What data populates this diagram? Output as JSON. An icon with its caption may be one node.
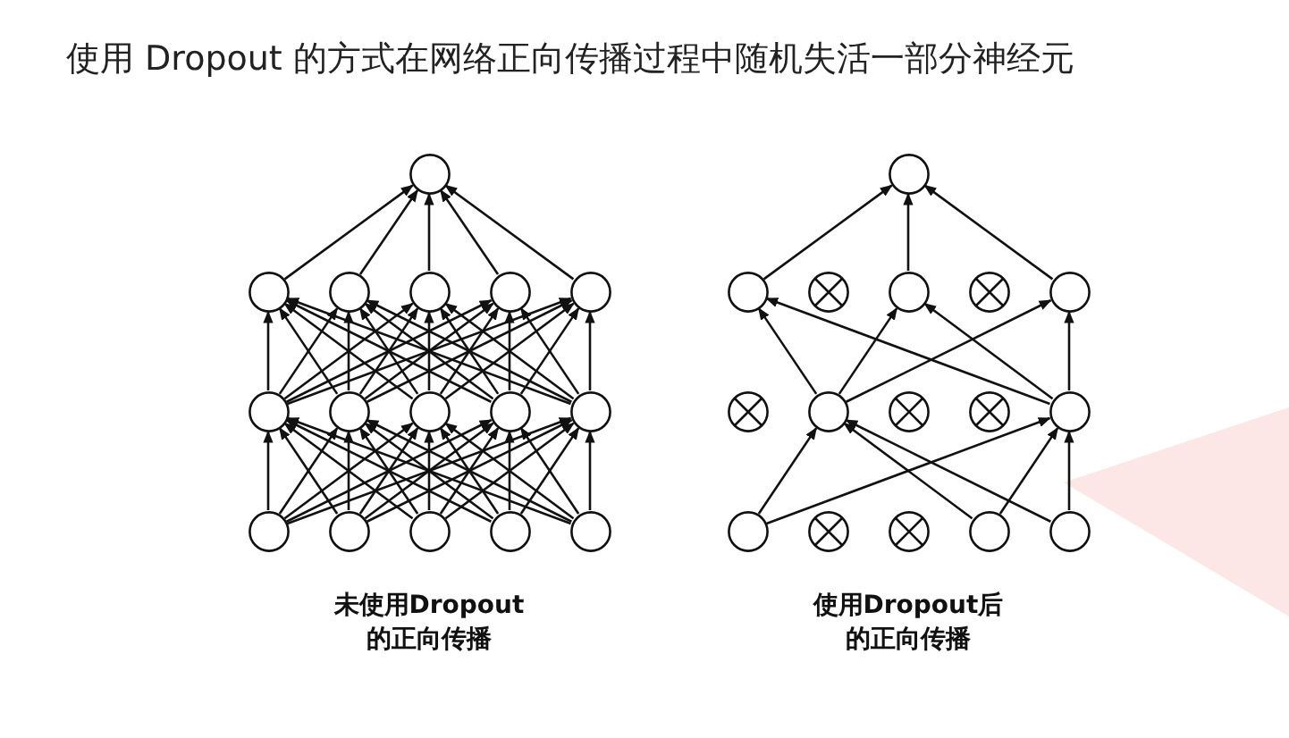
{
  "diagram": {
    "title": "使用 Dropout 的方式在网络正向传播过程中随机失活一部分神经元",
    "nodes": [
      {
        "text": [],
        "shape": "circle"
      },
      {
        "text": [],
        "shape": "circle"
      },
      {
        "text": [],
        "shape": "circle"
      },
      {
        "text": [],
        "shape": "circle"
      },
      {
        "text": [],
        "shape": "circle"
      },
      {
        "text": [],
        "shape": "circle"
      },
      {
        "text": [],
        "shape": "circle"
      },
      {
        "text": [],
        "shape": "circle"
      },
      {
        "text": [],
        "shape": "circle"
      },
      {
        "text": [],
        "shape": "circle"
      },
      {
        "text": [],
        "shape": "circle"
      },
      {
        "text": [],
        "shape": "circle"
      },
      {
        "text": [],
        "shape": "circle"
      },
      {
        "text": [],
        "shape": "circle"
      },
      {
        "text": [],
        "shape": "circle"
      },
      {
        "text": [],
        "shape": "circle"
      },
      {
        "text": [],
        "shape": "circle"
      },
      {
        "text": [],
        "shape": "crossed-circle"
      },
      {
        "text": [],
        "shape": "crossed-circle"
      },
      {
        "text": [],
        "shape": "circle"
      },
      {
        "text": [],
        "shape": "circle"
      },
      {
        "text": [],
        "shape": "crossed-circle"
      },
      {
        "text": [],
        "shape": "circle"
      },
      {
        "text": [],
        "shape": "crossed-circle"
      },
      {
        "text": [],
        "shape": "crossed-circle"
      },
      {
        "text": [],
        "shape": "circle"
      },
      {
        "text": [],
        "shape": "circle"
      },
      {
        "text": [],
        "shape": "crossed-circle"
      },
      {
        "text": [],
        "shape": "circle"
      },
      {
        "text": [],
        "shape": "crossed-circle"
      },
      {
        "text": [],
        "shape": "circle"
      },
      {
        "text": [],
        "shape": "circle"
      }
    ],
    "edges": [
      {
        "from": 0,
        "to": 5,
        "arrow": "to"
      },
      {
        "from": 0,
        "to": 6,
        "arrow": "to"
      },
      {
        "from": 0,
        "to": 7,
        "arrow": "to"
      },
      {
        "from": 0,
        "to": 8,
        "arrow": "to"
      },
      {
        "from": 0,
        "to": 9,
        "arrow": "to"
      },
      {
        "from": 1,
        "to": 5,
        "arrow": "to"
      },
      {
        "from": 1,
        "to": 6,
        "arrow": "to"
      },
      {
        "from": 1,
        "to": 7,
        "arrow": "to"
      },
      {
        "from": 1,
        "to": 8,
        "arrow": "to"
      },
      {
        "from": 1,
        "to": 9,
        "arrow": "to"
      },
      {
        "from": 2,
        "to": 5,
        "arrow": "to"
      },
      {
        "from": 2,
        "to": 6,
        "arrow": "to"
      },
      {
        "from": 2,
        "to": 7,
        "arrow": "to"
      },
      {
        "from": 2,
        "to": 8,
        "arrow": "to"
      },
      {
        "from": 2,
        "to": 9,
        "arrow": "to"
      },
      {
        "from": 3,
        "to": 5,
        "arrow": "to"
      },
      {
        "from": 3,
        "to": 6,
        "arrow": "to"
      },
      {
        "from": 3,
        "to": 7,
        "arrow": "to"
      },
      {
        "from": 3,
        "to": 8,
        "arrow": "to"
      },
      {
        "from": 3,
        "to": 9,
        "arrow": "to"
      },
      {
        "from": 4,
        "to": 5,
        "arrow": "to"
      },
      {
        "from": 4,
        "to": 6,
        "arrow": "to"
      },
      {
        "from": 4,
        "to": 7,
        "arrow": "to"
      },
      {
        "from": 4,
        "to": 8,
        "arrow": "to"
      },
      {
        "from": 4,
        "to": 9,
        "arrow": "to"
      },
      {
        "from": 5,
        "to": 10,
        "arrow": "to"
      },
      {
        "from": 5,
        "to": 11,
        "arrow": "to"
      },
      {
        "from": 5,
        "to": 12,
        "arrow": "to"
      },
      {
        "from": 5,
        "to": 13,
        "arrow": "to"
      },
      {
        "from": 5,
        "to": 14,
        "arrow": "to"
      },
      {
        "from": 6,
        "to": 10,
        "arrow": "to"
      },
      {
        "from": 6,
        "to": 11,
        "arrow": "to"
      },
      {
        "from": 6,
        "to": 12,
        "arrow": "to"
      },
      {
        "from": 6,
        "to": 13,
        "arrow": "to"
      },
      {
        "from": 6,
        "to": 14,
        "arrow": "to"
      },
      {
        "from": 7,
        "to": 10,
        "arrow": "to"
      },
      {
        "from": 7,
        "to": 11,
        "arrow": "to"
      },
      {
        "from": 7,
        "to": 12,
        "arrow": "to"
      },
      {
        "from": 7,
        "to": 13,
        "arrow": "to"
      },
      {
        "from": 7,
        "to": 14,
        "arrow": "to"
      },
      {
        "from": 8,
        "to": 10,
        "arrow": "to"
      },
      {
        "from": 8,
        "to": 11,
        "arrow": "to"
      },
      {
        "from": 8,
        "to": 12,
        "arrow": "to"
      },
      {
        "from": 8,
        "to": 13,
        "arrow": "to"
      },
      {
        "from": 8,
        "to": 14,
        "arrow": "to"
      },
      {
        "from": 9,
        "to": 10,
        "arrow": "to"
      },
      {
        "from": 9,
        "to": 11,
        "arrow": "to"
      },
      {
        "from": 9,
        "to": 12,
        "arrow": "to"
      },
      {
        "from": 9,
        "to": 13,
        "arrow": "to"
      },
      {
        "from": 9,
        "to": 14,
        "arrow": "to"
      },
      {
        "from": 10,
        "to": 15,
        "arrow": "to"
      },
      {
        "from": 11,
        "to": 15,
        "arrow": "to"
      },
      {
        "from": 12,
        "to": 15,
        "arrow": "to"
      },
      {
        "from": 13,
        "to": 15,
        "arrow": "to"
      },
      {
        "from": 14,
        "to": 15,
        "arrow": "to"
      },
      {
        "from": 16,
        "to": 22,
        "arrow": "to"
      },
      {
        "from": 16,
        "to": 25,
        "arrow": "to"
      },
      {
        "from": 19,
        "to": 22,
        "arrow": "to"
      },
      {
        "from": 19,
        "to": 25,
        "arrow": "to"
      },
      {
        "from": 20,
        "to": 22,
        "arrow": "to"
      },
      {
        "from": 20,
        "to": 25,
        "arrow": "to"
      },
      {
        "from": 22,
        "to": 26,
        "arrow": "to"
      },
      {
        "from": 22,
        "to": 28,
        "arrow": "to"
      },
      {
        "from": 22,
        "to": 30,
        "arrow": "to"
      },
      {
        "from": 25,
        "to": 26,
        "arrow": "to"
      },
      {
        "from": 25,
        "to": 28,
        "arrow": "to"
      },
      {
        "from": 25,
        "to": 30,
        "arrow": "to"
      },
      {
        "from": 26,
        "to": 31,
        "arrow": "to"
      },
      {
        "from": 28,
        "to": 31,
        "arrow": "to"
      },
      {
        "from": 30,
        "to": 31,
        "arrow": "to"
      }
    ],
    "labels": [
      "未使用Dropout的正向传播",
      "使用Dropout后的正向传播"
    ]
  }
}
